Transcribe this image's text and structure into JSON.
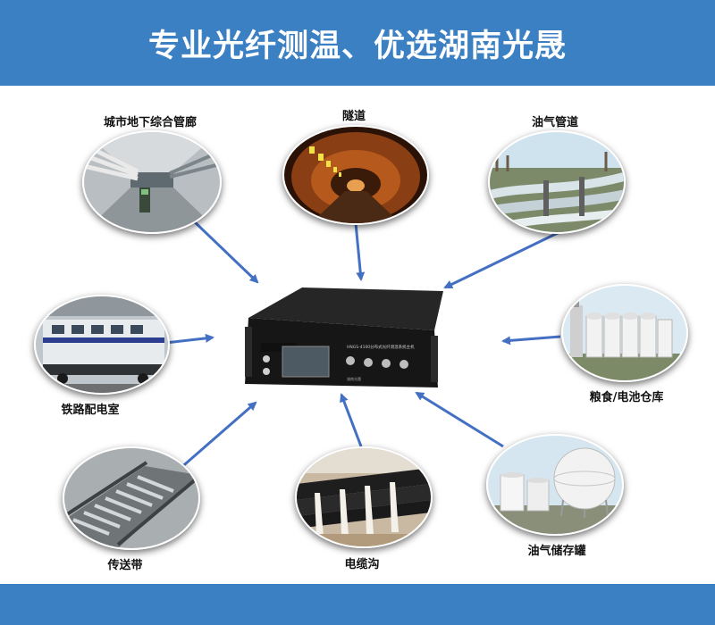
{
  "header": {
    "title": "专业光纤测温、优选湖南光晟"
  },
  "device": {
    "panel_text": "HNGS-4100分布式光纤测温系统主机",
    "maker_text": "湖南光晟"
  },
  "scenes": [
    {
      "id": "utility-tunnel",
      "label": "城市地下综合管廊"
    },
    {
      "id": "tunnel",
      "label": "隧道"
    },
    {
      "id": "oil-gas-pipeline",
      "label": "油气管道"
    },
    {
      "id": "railway-substation",
      "label": "铁路配电室"
    },
    {
      "id": "grain-battery-warehouse",
      "label": "粮食/电池仓库"
    },
    {
      "id": "conveyor-belt",
      "label": "传送带"
    },
    {
      "id": "cable-trench",
      "label": "电缆沟"
    },
    {
      "id": "oil-gas-storage-tank",
      "label": "油气储存罐"
    }
  ],
  "colors": {
    "banner": "#3c80c4",
    "arrow": "#4470c4",
    "device_body": "#161616"
  }
}
